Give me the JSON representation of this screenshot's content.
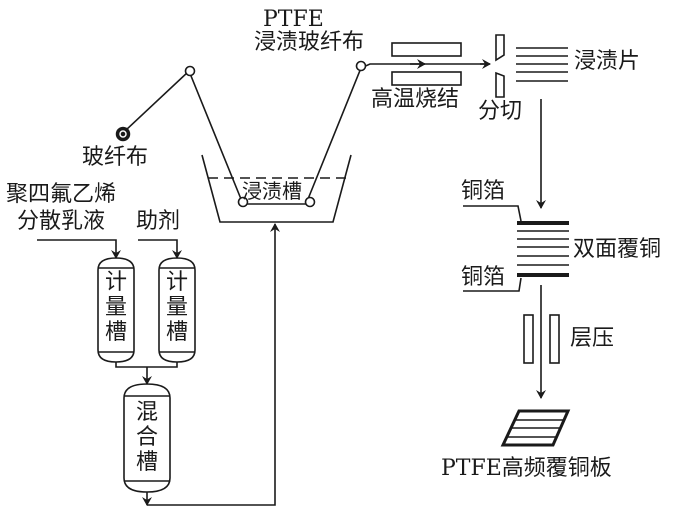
{
  "labels": {
    "ptfe": "PTFE",
    "impregnated_cloth": "浸渍玻纤布",
    "prepreg": "浸渍片",
    "sintering": "高温烧结",
    "cutting": "分切",
    "glass_cloth": "玻纤布",
    "ptfe_emulsion_line1": "聚四氟乙烯",
    "ptfe_emulsion_line2": "分散乳液",
    "additive": "助剂",
    "impregnation_tank": "浸渍槽",
    "metering_tank_1": "计量槽",
    "metering_tank_2": "计量槽",
    "mixing_tank": "混合槽",
    "copper_foil_top": "铜箔",
    "copper_foil_bottom": "铜箔",
    "double_side_copper": "双面覆铜",
    "lamination": "层压",
    "product": "PTFE高频覆铜板"
  },
  "colors": {
    "line": "#1a1a1a",
    "background": "#ffffff"
  }
}
